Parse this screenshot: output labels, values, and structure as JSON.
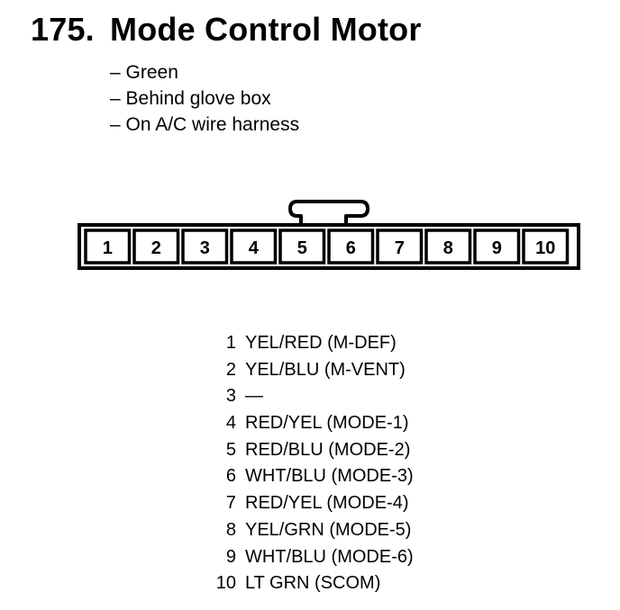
{
  "title": {
    "number": "175.",
    "text": "Mode Control Motor"
  },
  "notes": [
    "– Green",
    "– Behind glove box",
    "– On A/C wire harness"
  ],
  "connector": {
    "pins": [
      "1",
      "2",
      "3",
      "4",
      "5",
      "6",
      "7",
      "8",
      "9",
      "10"
    ]
  },
  "pinout": [
    {
      "pin": "1",
      "wire": "YEL/RED (M-DEF)"
    },
    {
      "pin": "2",
      "wire": "YEL/BLU (M-VENT)"
    },
    {
      "pin": "3",
      "wire": "—"
    },
    {
      "pin": "4",
      "wire": "RED/YEL (MODE-1)"
    },
    {
      "pin": "5",
      "wire": "RED/BLU (MODE-2)"
    },
    {
      "pin": "6",
      "wire": "WHT/BLU (MODE-3)"
    },
    {
      "pin": "7",
      "wire": "RED/YEL (MODE-4)"
    },
    {
      "pin": "8",
      "wire": "YEL/GRN (MODE-5)"
    },
    {
      "pin": "9",
      "wire": "WHT/BLU (MODE-6)"
    },
    {
      "pin": "10",
      "wire": "LT GRN (SCOM)"
    }
  ]
}
